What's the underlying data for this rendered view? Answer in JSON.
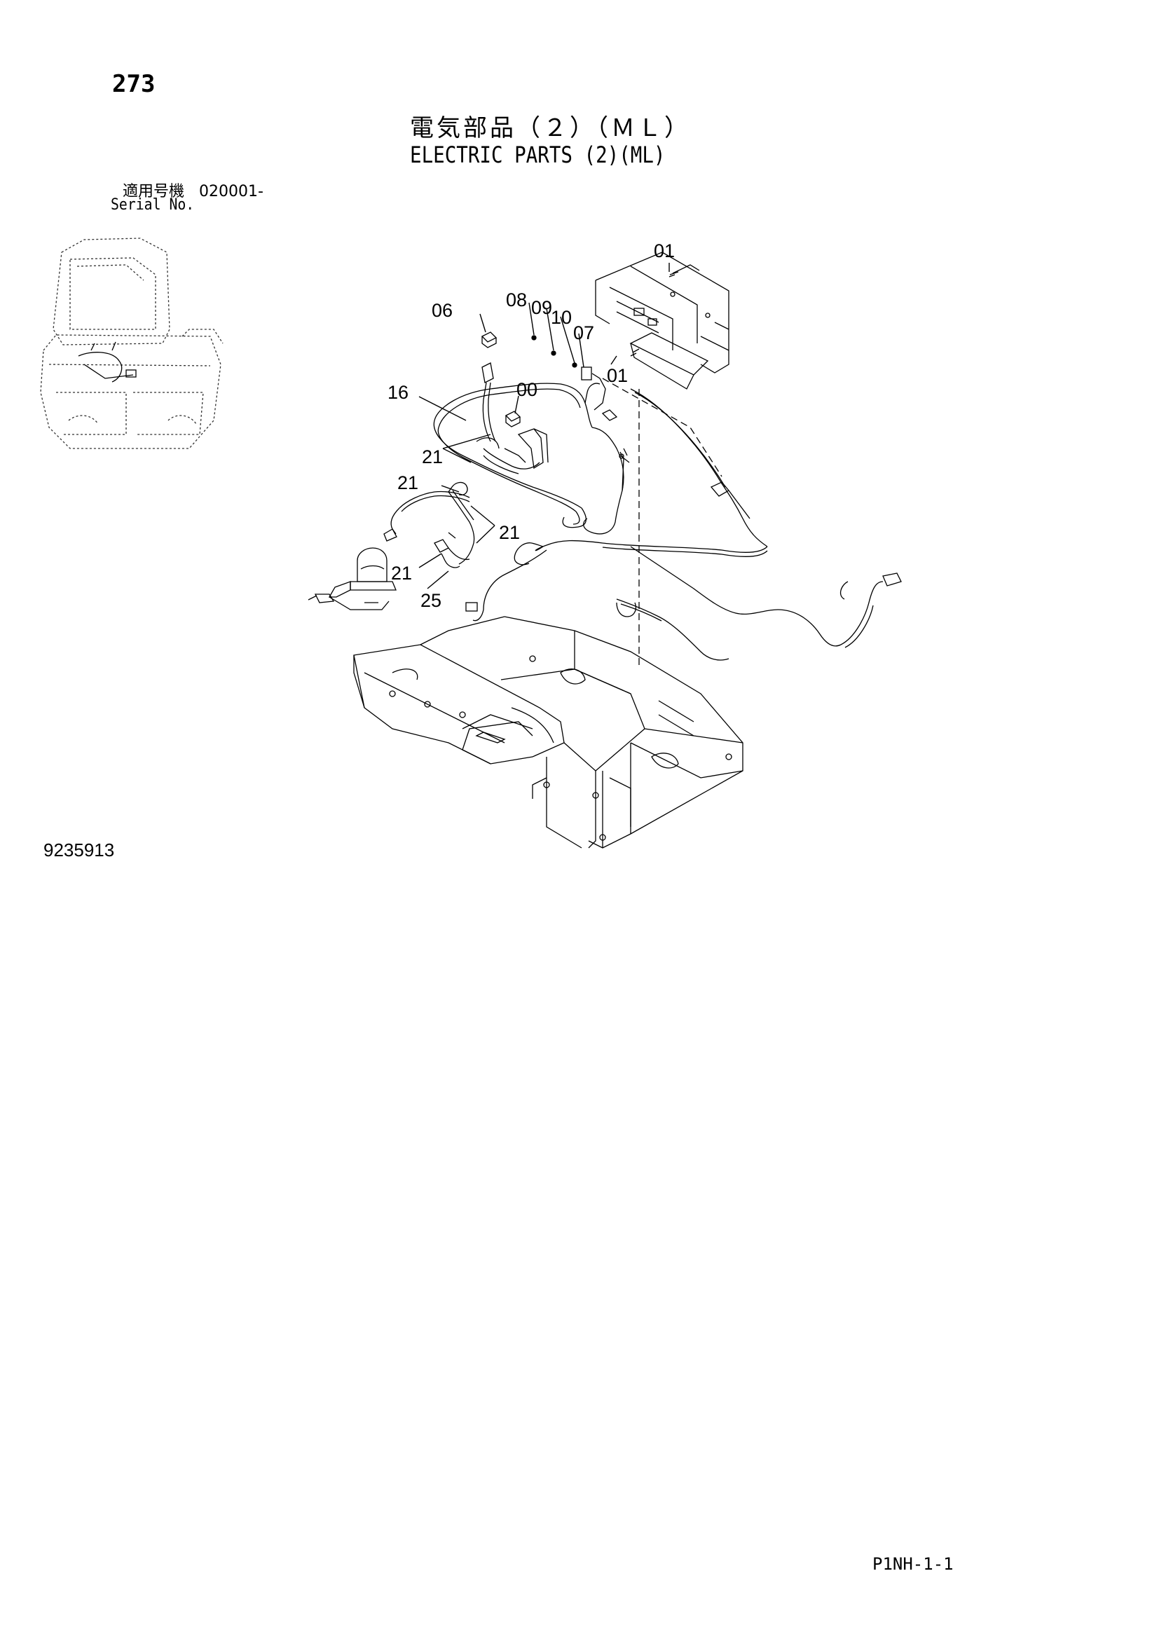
{
  "page": {
    "number": "273",
    "title_jp": "電気部品（２）（ＭＬ）",
    "title_en": "ELECTRIC PARTS (2)(ML)",
    "serial_label_jp": "適用号機",
    "serial_value": "020001-",
    "serial_label_en": "Serial No.",
    "drawing_number": "9235913",
    "footer_code": "P1NH-1-1"
  },
  "callouts": {
    "c01a": "01",
    "c06": "06",
    "c08": "08",
    "c09": "09",
    "c10": "10",
    "c07": "07",
    "c01b": "01",
    "c16": "16",
    "c00": "00",
    "c21a": "21",
    "c21b": "21",
    "c21c": "21",
    "c21d": "21",
    "c25": "25"
  }
}
